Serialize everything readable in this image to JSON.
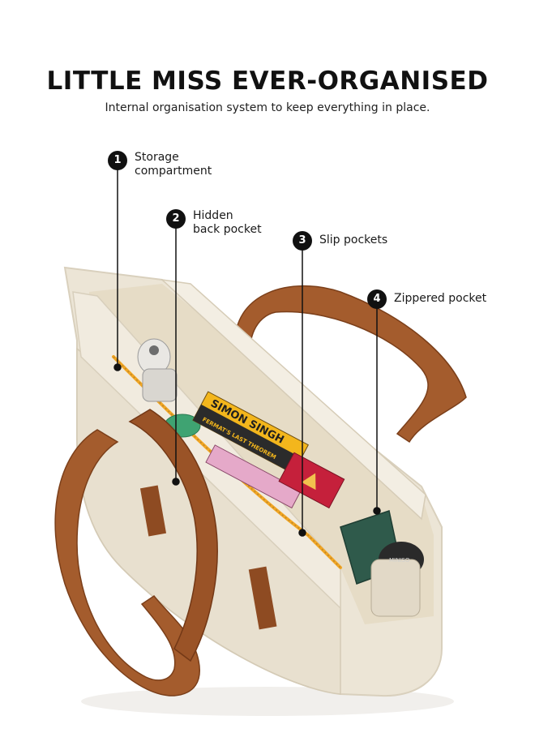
{
  "header": {
    "title": "LITTLE MISS EVER-ORGANISED",
    "subtitle": "Internal organisation system to keep everything in place."
  },
  "callouts": [
    {
      "number": "1",
      "label": "Storage\ncompartment"
    },
    {
      "number": "2",
      "label": "Hidden\nback pocket"
    },
    {
      "number": "3",
      "label": "Slip pockets"
    },
    {
      "number": "4",
      "label": "Zippered pocket"
    }
  ],
  "product_photo": {
    "book_spine_text": "SIMON SINGH",
    "book_cover_text": "FERMAT'S LAST THEOREM",
    "bottle_brand": "MINISO"
  },
  "colors": {
    "bag_body": "#ece5d6",
    "bag_interior": "#e6dcc6",
    "strap": "#a05a2c",
    "zipper_tape": "#f2a623",
    "title_text": "#111111",
    "badge_fill": "#111111",
    "pocket_green": "#2f5a4b"
  }
}
